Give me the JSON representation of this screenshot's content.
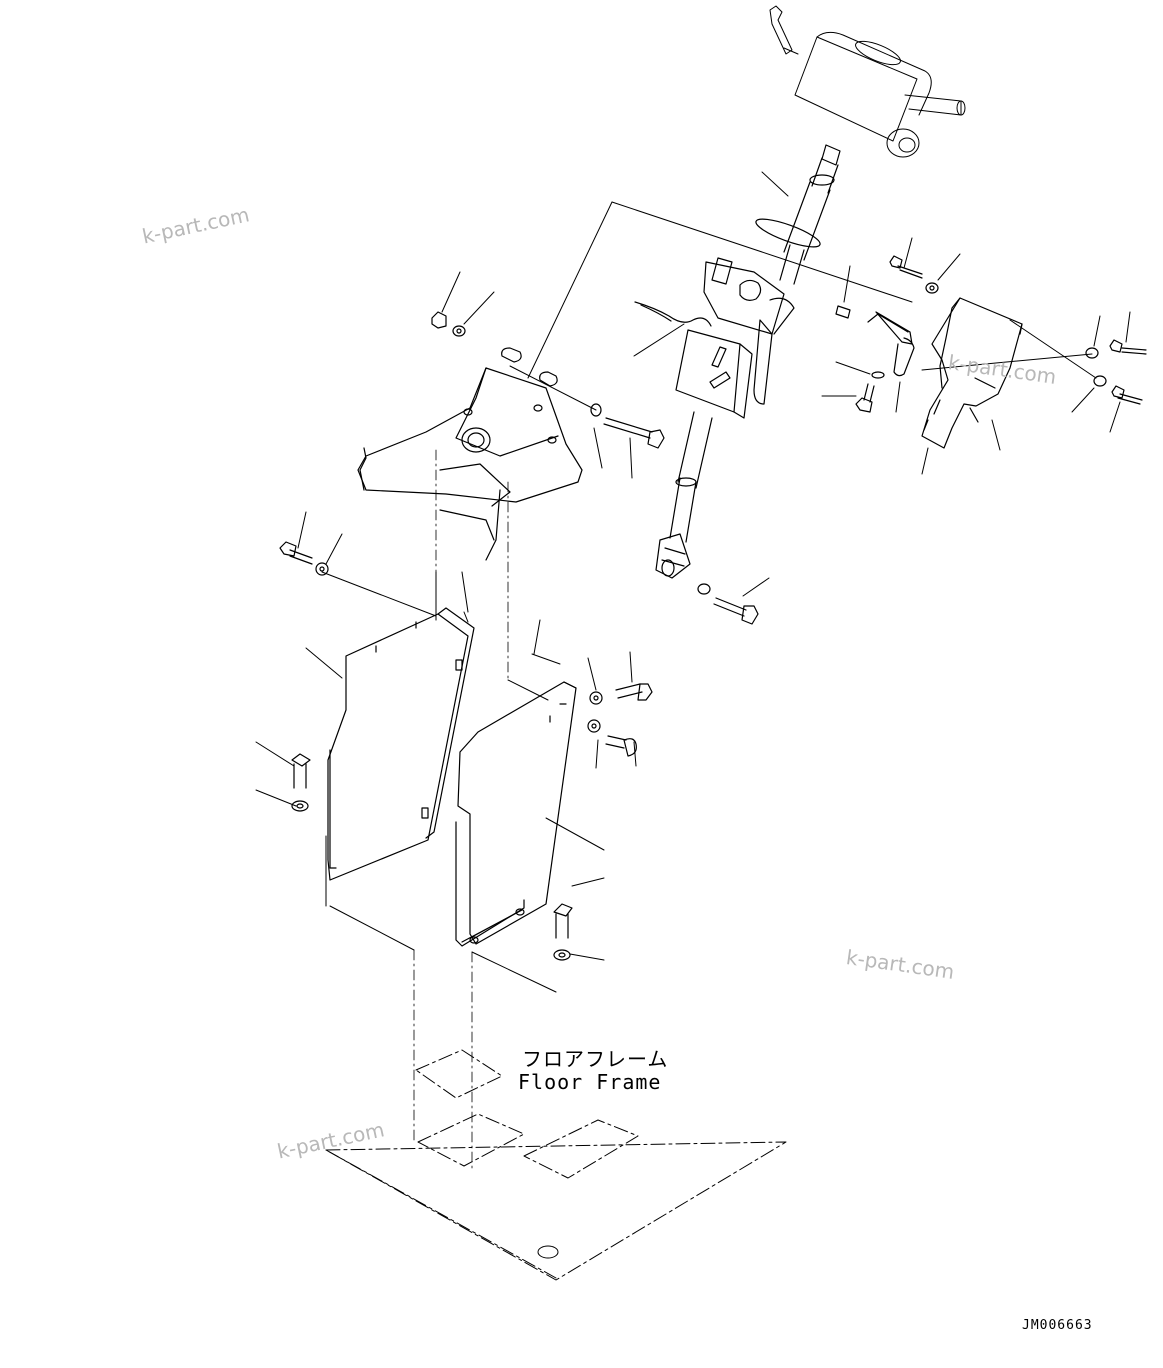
{
  "watermarks": [
    "k-part.com",
    "k-part.com",
    "k-part.com",
    "k-part.com"
  ],
  "labels": {
    "floor_frame_jp": "フロアフレーム",
    "floor_frame_en": "Floor Frame",
    "drawing_code": "JM006663"
  }
}
